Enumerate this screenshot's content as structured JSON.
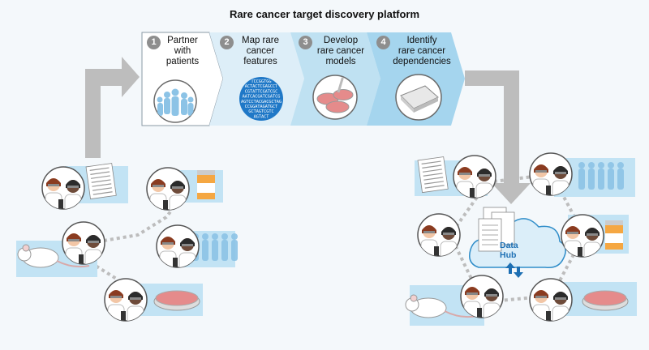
{
  "title": "Rare cancer target discovery platform",
  "steps": [
    {
      "number": "1",
      "label": "Partner\nwith\npatients"
    },
    {
      "number": "2",
      "label": "Map rare\ncancer\nfeatures"
    },
    {
      "number": "3",
      "label": "Develop\nrare cancer\nmodels"
    },
    {
      "number": "4",
      "label": "Identify\nrare cancer\ndependencies"
    }
  ],
  "data_hub": {
    "label_line1": "Data",
    "label_line2": "Hub"
  },
  "dna_letters": [
    "TCCGGTGG",
    "ACTACTCGAGCCT",
    "CGTATTCGATCGC",
    "AATCACGATCGATCG",
    "AGTCCTACGACGCTAG",
    "CCGGATAGATGCT",
    "GCTAGTCGTC",
    "AGTACT"
  ],
  "colors": {
    "chevron1": "#ffffff",
    "chevron2": "#ddeef8",
    "chevron3": "#bfe1f2",
    "chevron4": "#a5d5ee",
    "arrow": "#bdbdbd",
    "panel": "#c2e3f4",
    "hub": "#2f8dc9"
  }
}
